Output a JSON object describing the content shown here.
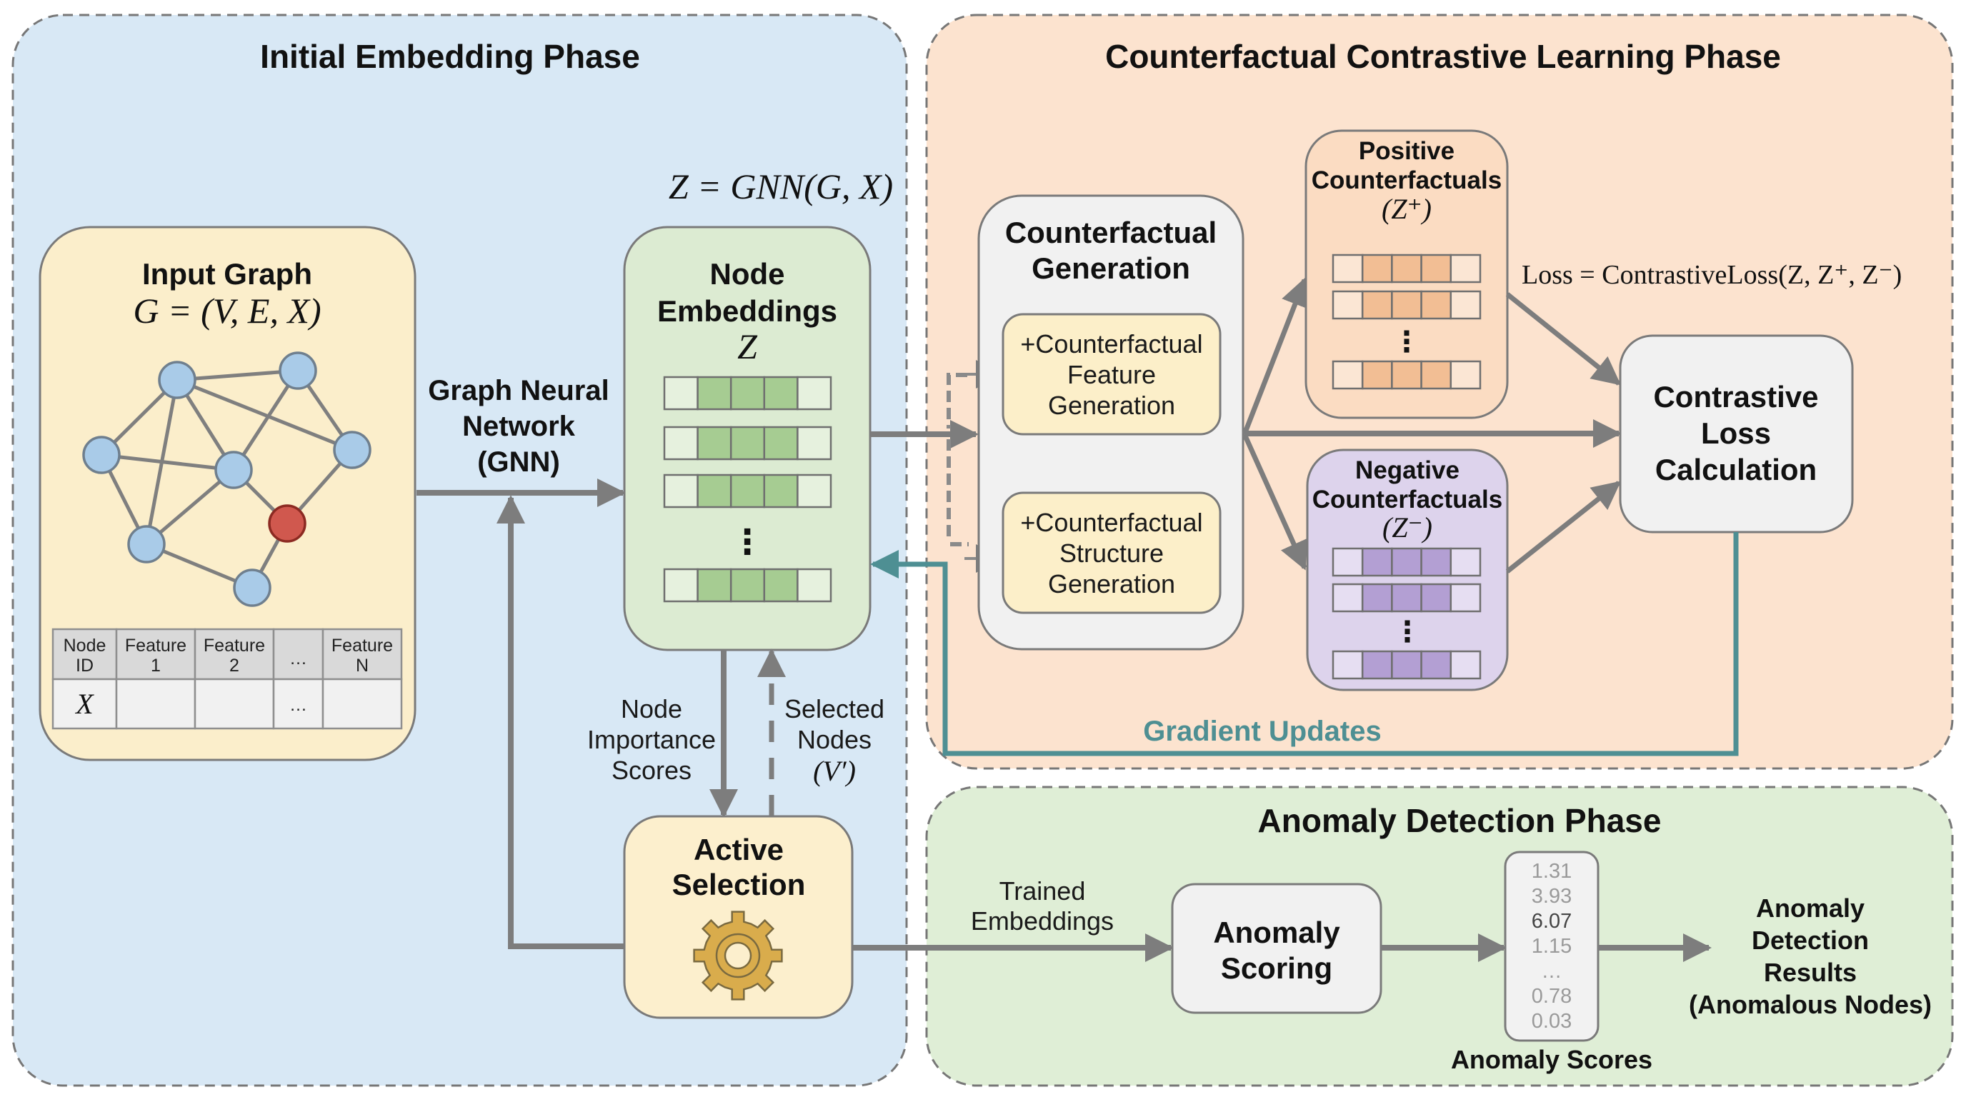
{
  "phases": {
    "initial": "Initial Embedding Phase",
    "contrastive": "Counterfactual Contrastive Learning Phase",
    "anomaly": "Anomaly Detection Phase"
  },
  "input_graph": {
    "title": "Input Graph",
    "formula": "G = (V, E, X)",
    "nodes": [
      {
        "id": "n1",
        "anomalous": false
      },
      {
        "id": "n2",
        "anomalous": false
      },
      {
        "id": "n3",
        "anomalous": false
      },
      {
        "id": "n4",
        "anomalous": false
      },
      {
        "id": "n5",
        "anomalous": false
      },
      {
        "id": "n6",
        "anomalous": true
      },
      {
        "id": "n7",
        "anomalous": false
      },
      {
        "id": "n8",
        "anomalous": false
      }
    ],
    "edges": [
      [
        "n1",
        "n2"
      ],
      [
        "n1",
        "n3"
      ],
      [
        "n1",
        "n7"
      ],
      [
        "n1",
        "n4"
      ],
      [
        "n1",
        "n5"
      ],
      [
        "n2",
        "n4"
      ],
      [
        "n2",
        "n5"
      ],
      [
        "n3",
        "n4"
      ],
      [
        "n3",
        "n7"
      ],
      [
        "n4",
        "n7"
      ],
      [
        "n4",
        "n6"
      ],
      [
        "n5",
        "n6"
      ],
      [
        "n6",
        "n8"
      ],
      [
        "n7",
        "n8"
      ]
    ],
    "table": {
      "headers": [
        [
          "Node",
          "ID"
        ],
        [
          "Feature",
          "1"
        ],
        [
          "Feature",
          "2"
        ],
        [
          "…",
          ""
        ],
        [
          "Feature",
          "N"
        ]
      ],
      "row": [
        "X",
        "",
        "",
        "…",
        ""
      ]
    }
  },
  "gnn_label": [
    "Graph Neural",
    "Network",
    "(GNN)"
  ],
  "gnn_formula": "Z = GNN(G, X)",
  "node_embeddings": {
    "title": [
      "Node",
      "Embeddings"
    ],
    "symbol": "Z",
    "rows_shown": 4,
    "ellipsis": "⋮"
  },
  "node_importance_label": [
    "Node",
    "Importance",
    "Scores"
  ],
  "selected_nodes_label": [
    "Selected",
    "Nodes",
    "(V′)"
  ],
  "active_selection": {
    "title": [
      "Active",
      "Selection"
    ],
    "icon": "gear-icon"
  },
  "counterfactual_generation": {
    "title": [
      "Counterfactual",
      "Generation"
    ],
    "feature": [
      "+Counterfactual",
      "Feature",
      "Generation"
    ],
    "structure": [
      "+Counterfactual",
      "Structure",
      "Generation"
    ]
  },
  "positive": {
    "title": [
      "Positive",
      "Counterfactuals"
    ],
    "symbol": "(Z⁺)"
  },
  "negative": {
    "title": [
      "Negative",
      "Counterfactuals"
    ],
    "symbol": "(Z⁻)"
  },
  "loss_formula": "Loss = ContrastiveLoss(Z, Z⁺, Z⁻)",
  "contrastive_loss": {
    "title": [
      "Contrastive",
      "Loss",
      "Calculation"
    ]
  },
  "gradient_updates": "Gradient Updates",
  "trained_embeddings": [
    "Trained",
    "Embeddings"
  ],
  "anomaly_scoring": {
    "title": [
      "Anomaly",
      "Scoring"
    ]
  },
  "anomaly_scores": {
    "label": "Anomaly Scores",
    "values": [
      "1.31",
      "3.93",
      "6.07",
      "1.15",
      "…",
      "0.78",
      "0.03"
    ],
    "highlight_index": 2
  },
  "results": [
    "Anomaly",
    "Detection",
    "Results",
    "(Anomalous Nodes)"
  ],
  "colors": {
    "initial_bg": "#d8e8f5",
    "contrastive_bg": "#fce3cf",
    "anomaly_bg": "#dfeed6",
    "graph_box": "#fbeecb",
    "embed_box": "#dcebd2",
    "embed_cell": "#a6cc92",
    "active_box": "#fcefcd",
    "gear": "#d9ac4c",
    "node": "#a9cbe8",
    "anomalous_node": "#d0584e",
    "gen_box": "#f1f1f1",
    "sub_box": "#fcefc9",
    "pos_cell": "#f2be94",
    "neg_box": "#ddd3ec",
    "neg_cell": "#b39fd3",
    "arrow": "#7d7d7d",
    "gradient": "#4e8f93"
  }
}
